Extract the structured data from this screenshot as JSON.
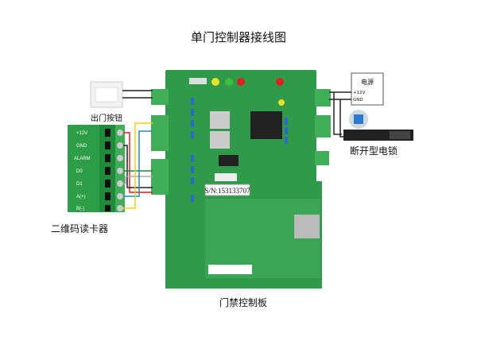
{
  "title": "单门控制器接线图",
  "exit_button": {
    "label": "出门按钮"
  },
  "reader": {
    "label": "二维码读卡器",
    "pins": [
      "+12V",
      "GND",
      "ALARM",
      "D0",
      "D1",
      "A(+)",
      "B(-)"
    ]
  },
  "power": {
    "label": "电源",
    "pins": [
      "+12V",
      "GND"
    ]
  },
  "lock": {
    "label": "断开型电锁"
  },
  "board": {
    "label": "门禁控制板",
    "serial": "S/N:153133707"
  },
  "wire_colors": {
    "red": "#e8191c",
    "black": "#222222",
    "green": "#1a8a3a",
    "gray": "#aaaaaa",
    "blue": "#1e88d8",
    "yellow": "#f5d000"
  }
}
